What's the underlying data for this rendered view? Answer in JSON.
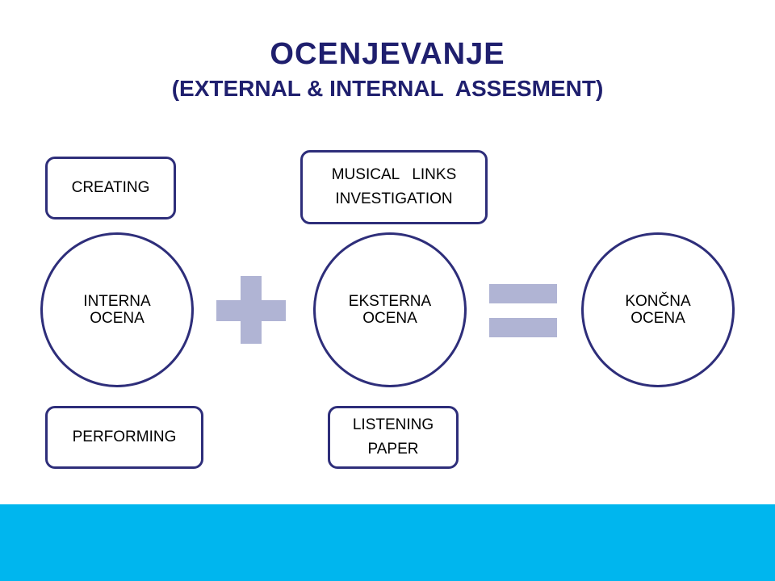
{
  "slide": {
    "title": "OCENJEVANJE",
    "subtitle": "(EXTERNAL & INTERNAL  ASSESMENT)"
  },
  "diagram": {
    "circles": {
      "internal": "INTERNA\nOCENA",
      "external": "EKSTERNA\nOCENA",
      "final": "KONČNA\nOCENA"
    },
    "boxes": {
      "creating": "CREATING",
      "performing": "PERFORMING",
      "musical_links": "MUSICAL   LINKS\nINVESTIGATION",
      "listening": "LISTENING\nPAPER"
    },
    "operators": [
      "plus",
      "equals"
    ]
  },
  "colors": {
    "title_text": "#1f1f6e",
    "shape_border": "#2e2e7a",
    "operator_fill": "#b0b4d4",
    "footer_bar": "#00b6ee"
  }
}
